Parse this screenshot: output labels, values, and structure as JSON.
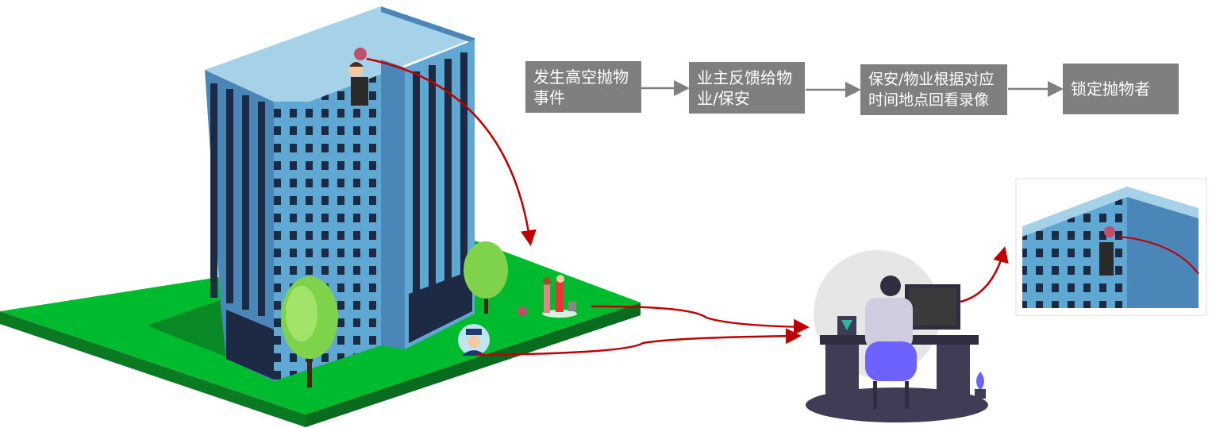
{
  "flow": {
    "steps": [
      {
        "label": "发生高空抛物事件"
      },
      {
        "label": "业主反馈给物业/保安"
      },
      {
        "label": "保安/物业根据对应时间地点回看录像"
      },
      {
        "label": "锁定抛物者"
      }
    ]
  },
  "colors": {
    "step_bg": "#7f7f7f",
    "grass": "#00bb2d",
    "grass_edge": "#0a7a22",
    "arrow_red": "#c00000",
    "building": "#5fa8d3"
  }
}
